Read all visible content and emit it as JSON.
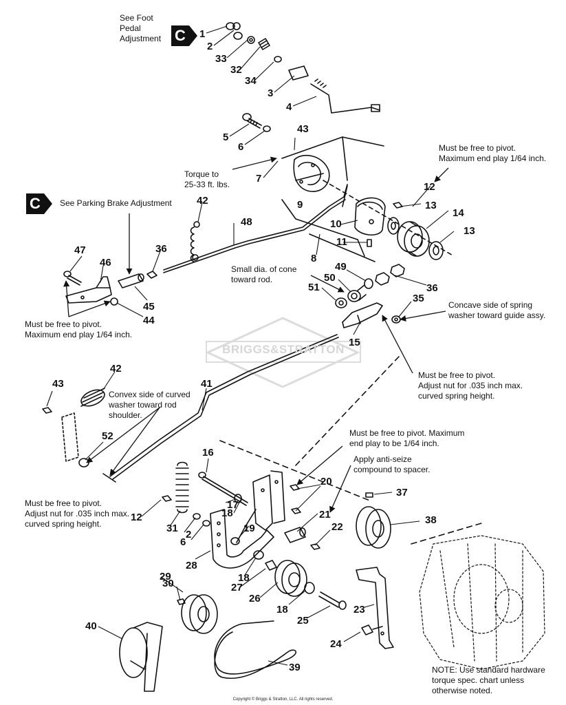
{
  "notes": {
    "foot_pedal": "See Foot\nPedal\nAdjustment",
    "parking_brake": "See Parking Brake Adjustment",
    "torque": "Torque to\n25-33 ft. lbs.",
    "pivot_12": "Must be free to pivot.\nMaximum end play 1/64 inch.",
    "small_cone": "Small dia. of cone\ntoward rod.",
    "concave": "Concave side of spring\nwasher toward guide assy.",
    "pivot_46": "Must be free to pivot.\nMaximum end play 1/64 inch.",
    "pivot_adjust_right": "Must be free to pivot.\nAdjust nut for .035 inch max.\ncurved spring height.",
    "convex": "Convex side of curved\nwasher toward rod\nshoulder.",
    "pivot_20": "Must be free to pivot. Maximum\nend play to be 1/64 inch.",
    "anti_seize": "Apply anti-seize\ncompound to spacer.",
    "pivot_adjust_left": "Must be free to pivot.\nAdjust nut for .035 inch max.\ncurved spring height.",
    "hardware": "NOTE: Use standard hardware\ntorque spec. chart unless\notherwise noted."
  },
  "badge_letter": "C",
  "watermark": "BRIGGS&STRATTON",
  "copyright": "Copyright © Briggs & Stratton, LLC. All rights reserved.",
  "part_labels": {
    "p1": "1",
    "p2": "2",
    "p33": "33",
    "p32": "32",
    "p34": "34",
    "p3": "3",
    "p4": "4",
    "p5": "5",
    "p6": "6",
    "p43": "43",
    "p7": "7",
    "p9": "9",
    "p12": "12",
    "p13": "13",
    "p14": "14",
    "p13b": "13",
    "p10": "10",
    "p11": "11",
    "p8": "8",
    "p42": "42",
    "p48": "48",
    "p47": "47",
    "p46": "46",
    "p36": "36",
    "p45": "45",
    "p44": "44",
    "p49": "49",
    "p50": "50",
    "p51": "51",
    "p36b": "36",
    "p35": "35",
    "p15": "15",
    "p43b": "43",
    "p42b": "42",
    "p41": "41",
    "p52": "52",
    "p16": "16",
    "p20": "20",
    "p37": "37",
    "p38": "38",
    "p12b": "12",
    "p31": "31",
    "p17": "17",
    "p18": "18",
    "p2b": "2",
    "p6b": "6",
    "p19": "19",
    "p21": "21",
    "p22": "22",
    "p28": "28",
    "p18b": "18",
    "p27": "27",
    "p29": "29",
    "p30": "30",
    "p26": "26",
    "p18c": "18",
    "p25": "25",
    "p23": "23",
    "p40": "40",
    "p24": "24",
    "p39": "39"
  }
}
